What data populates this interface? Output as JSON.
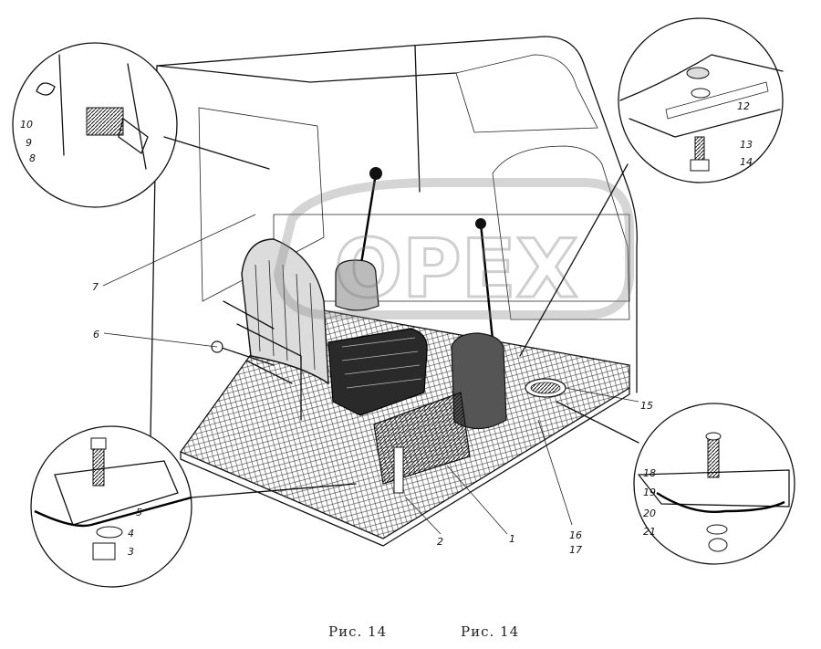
{
  "figure": {
    "caption_left": "Рис. 14",
    "caption_right": "Рис. 14",
    "watermark": "OPEX"
  },
  "callouts": {
    "c1": "1",
    "c2": "2",
    "c3": "3",
    "c4": "4",
    "c5": "5",
    "c6": "6",
    "c7": "7",
    "c8": "8",
    "c9": "9",
    "c10": "10",
    "c12": "12",
    "c13": "13",
    "c14": "14",
    "c15": "15",
    "c16": "16",
    "c17": "17",
    "c18": "18",
    "c19": "19",
    "c20": "20",
    "c21": "21"
  }
}
